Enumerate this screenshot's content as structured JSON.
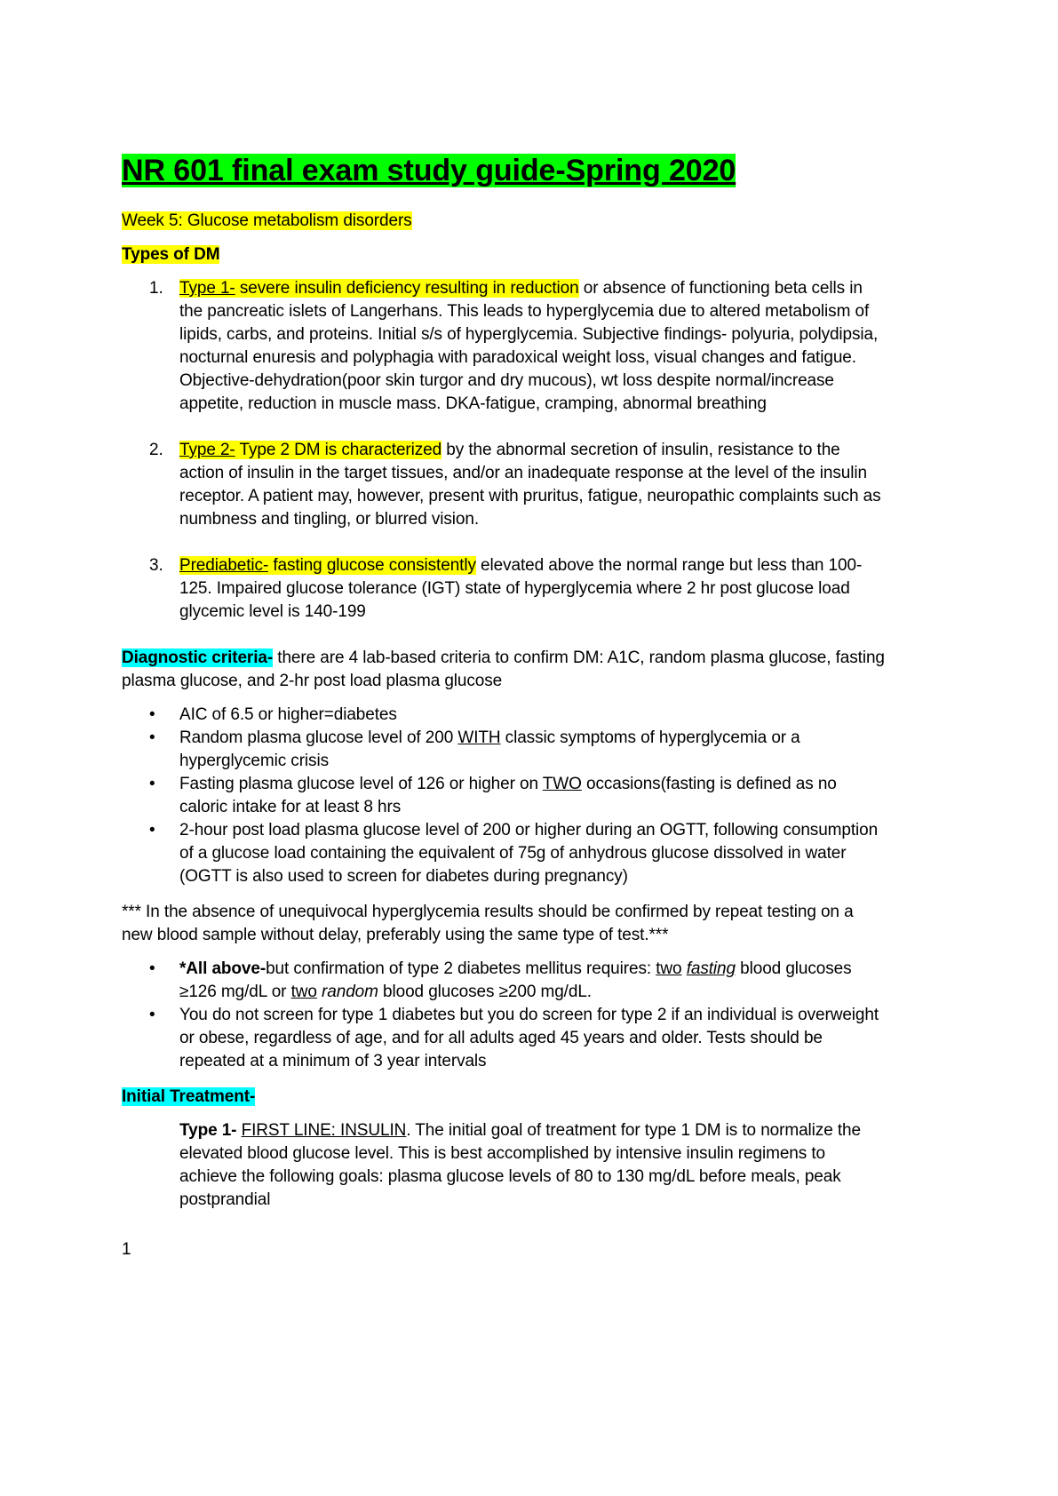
{
  "footer": {
    "page_number": "1"
  },
  "blocks": [
    {
      "type": "title",
      "name": "document-title",
      "runs": [
        {
          "t": "NR 601 final exam study guide-Spring 2020",
          "s": [
            "bold",
            "underline",
            "hl-green"
          ]
        }
      ]
    },
    {
      "type": "para",
      "name": "week-heading",
      "runs": [
        {
          "t": "Week 5: Glucose metabolism disorders",
          "s": [
            "hl-yellow"
          ]
        }
      ]
    },
    {
      "type": "para",
      "name": "section-heading-types-of-dm",
      "runs": [
        {
          "t": "Types of DM",
          "s": [
            "bold",
            "hl-yellow"
          ]
        }
      ]
    },
    {
      "type": "li-num",
      "name": "numbered-item-type-1",
      "marker": "1.",
      "runs": [
        {
          "t": "Type 1-",
          "s": [
            "underline",
            "hl-yellow"
          ]
        },
        {
          "t": " severe insulin deficiency resulting in reduction",
          "s": [
            "hl-yellow"
          ]
        },
        {
          "t": " or absence of functioning beta cells  in the pancreatic islets of Langerhans. This leads to hyperglycemia due to altered metabolism of lipids, carbs, and proteins. Initial s/s of hyperglycemia. Subjective findings- polyuria, polydipsia, nocturnal enuresis and polyphagia with paradoxical weight loss, visual changes and fatigue. Objective-dehydration(poor skin turgor and dry mucous), wt loss despite normal/increase appetite, reduction in muscle mass. DKA-fatigue, cramping, abnormal breathing",
          "s": []
        }
      ]
    },
    {
      "type": "li-num",
      "name": "numbered-item-type-2",
      "marker": "2.",
      "runs": [
        {
          "t": "Type 2-",
          "s": [
            "underline",
            "hl-yellow"
          ]
        },
        {
          "t": " Type 2 DM is characterized",
          "s": [
            "hl-yellow"
          ]
        },
        {
          "t": " by the abnormal secretion of insulin, resistance to the action of insulin in the target tissues, and/or an inadequate response at the level of the insulin receptor. A patient may, however, present with pruritus, fatigue, neuropathic complaints such as numbness and tingling, or blurred vision.",
          "s": []
        }
      ]
    },
    {
      "type": "li-num",
      "name": "numbered-item-prediabetic",
      "marker": "3.",
      "runs": [
        {
          "t": "Prediabetic-",
          "s": [
            "underline",
            "hl-yellow"
          ]
        },
        {
          "t": " fasting glucose  consistently",
          "s": [
            "hl-yellow"
          ]
        },
        {
          "t": " elevated above the normal range but less than 100-125. Impaired glucose tolerance (IGT) state of hyperglycemia where 2 hr post glucose load glycemic level is 140-199",
          "s": []
        }
      ]
    },
    {
      "type": "para",
      "name": "diagnostic-criteria-paragraph",
      "runs": [
        {
          "t": "Diagnostic criteria-",
          "s": [
            "bold",
            "hl-cyan"
          ]
        },
        {
          "t": " there are 4 lab-based criteria to confirm DM: A1C, random plasma glucose, fasting plasma glucose, and 2-hr post load plasma glucose",
          "s": []
        }
      ]
    },
    {
      "type": "li-bul",
      "name": "bullet-item-a1c",
      "marker": "•",
      "runs": [
        {
          "t": "AIC of 6.5 or higher=diabetes",
          "s": []
        }
      ]
    },
    {
      "type": "li-bul",
      "name": "bullet-item-random-glucose",
      "marker": "•",
      "runs": [
        {
          "t": "Random plasma glucose level of 200 ",
          "s": []
        },
        {
          "t": "WITH",
          "s": [
            "underline"
          ]
        },
        {
          "t": " classic symptoms of hyperglycemia or a hyperglycemic crisis",
          "s": []
        }
      ]
    },
    {
      "type": "li-bul",
      "name": "bullet-item-fasting-glucose",
      "marker": "•",
      "runs": [
        {
          "t": "Fasting plasma glucose level of 126 or higher on ",
          "s": []
        },
        {
          "t": "TWO",
          "s": [
            "underline"
          ]
        },
        {
          "t": " occasions(fasting is defined as no caloric intake for at least 8 hrs",
          "s": []
        }
      ]
    },
    {
      "type": "li-bul",
      "name": "bullet-item-ogtt",
      "marker": "•",
      "runs": [
        {
          "t": "2-hour post load plasma glucose level of 200 or higher during an OGTT, following consumption of a glucose load containing the equivalent of 75g of anhydrous glucose dissolved in water (OGTT is also used to screen for diabetes during pregnancy)",
          "s": []
        }
      ]
    },
    {
      "type": "para",
      "name": "confirmation-note-paragraph",
      "runs": [
        {
          "t": "*** In the absence of unequivocal hyperglycemia results should be confirmed by repeat testing on a new blood sample without delay, preferably using the same type of test.***",
          "s": []
        }
      ]
    },
    {
      "type": "li-bul",
      "name": "bullet-item-all-above",
      "marker": "•",
      "runs": [
        {
          "t": "*All above-",
          "s": [
            "bold"
          ]
        },
        {
          "t": "but confirmation of type 2 diabetes mellitus requires: ",
          "s": []
        },
        {
          "t": "two",
          "s": [
            "underline"
          ]
        },
        {
          "t": " ",
          "s": []
        },
        {
          "t": "fasting",
          "s": [
            "italic",
            "underline"
          ]
        },
        {
          "t": " blood glucoses ≥126 mg/dL or ",
          "s": []
        },
        {
          "t": "two",
          "s": [
            "underline"
          ]
        },
        {
          "t": " ",
          "s": []
        },
        {
          "t": "random",
          "s": [
            "italic"
          ]
        },
        {
          "t": " blood glucoses ≥200 mg/dL.",
          "s": []
        }
      ]
    },
    {
      "type": "li-bul",
      "name": "bullet-item-screening",
      "marker": "•",
      "runs": [
        {
          "t": "You do not screen for type 1 diabetes but you do screen for type 2 if an individual is overweight or obese, regardless of age, and for all adults aged 45 years and older. Tests should be repeated at a minimum of 3 year intervals",
          "s": []
        }
      ]
    },
    {
      "type": "para",
      "name": "section-heading-initial-treatment",
      "runs": [
        {
          "t": "Initial Treatment-",
          "s": [
            "bold",
            "hl-cyan"
          ]
        }
      ]
    },
    {
      "type": "indent",
      "name": "treatment-type-1-paragraph",
      "runs": [
        {
          "t": "Type 1- ",
          "s": [
            "bold"
          ]
        },
        {
          "t": "FIRST LINE: INSULIN",
          "s": [
            "underline"
          ]
        },
        {
          "t": ". The initial goal of treatment for type 1 DM is to normalize the elevated blood glucose level. This is best accomplished by intensive insulin regimens to achieve the following goals: plasma glucose levels of 80 to 130 mg/dL before meals, peak postprandial",
          "s": []
        }
      ]
    }
  ]
}
